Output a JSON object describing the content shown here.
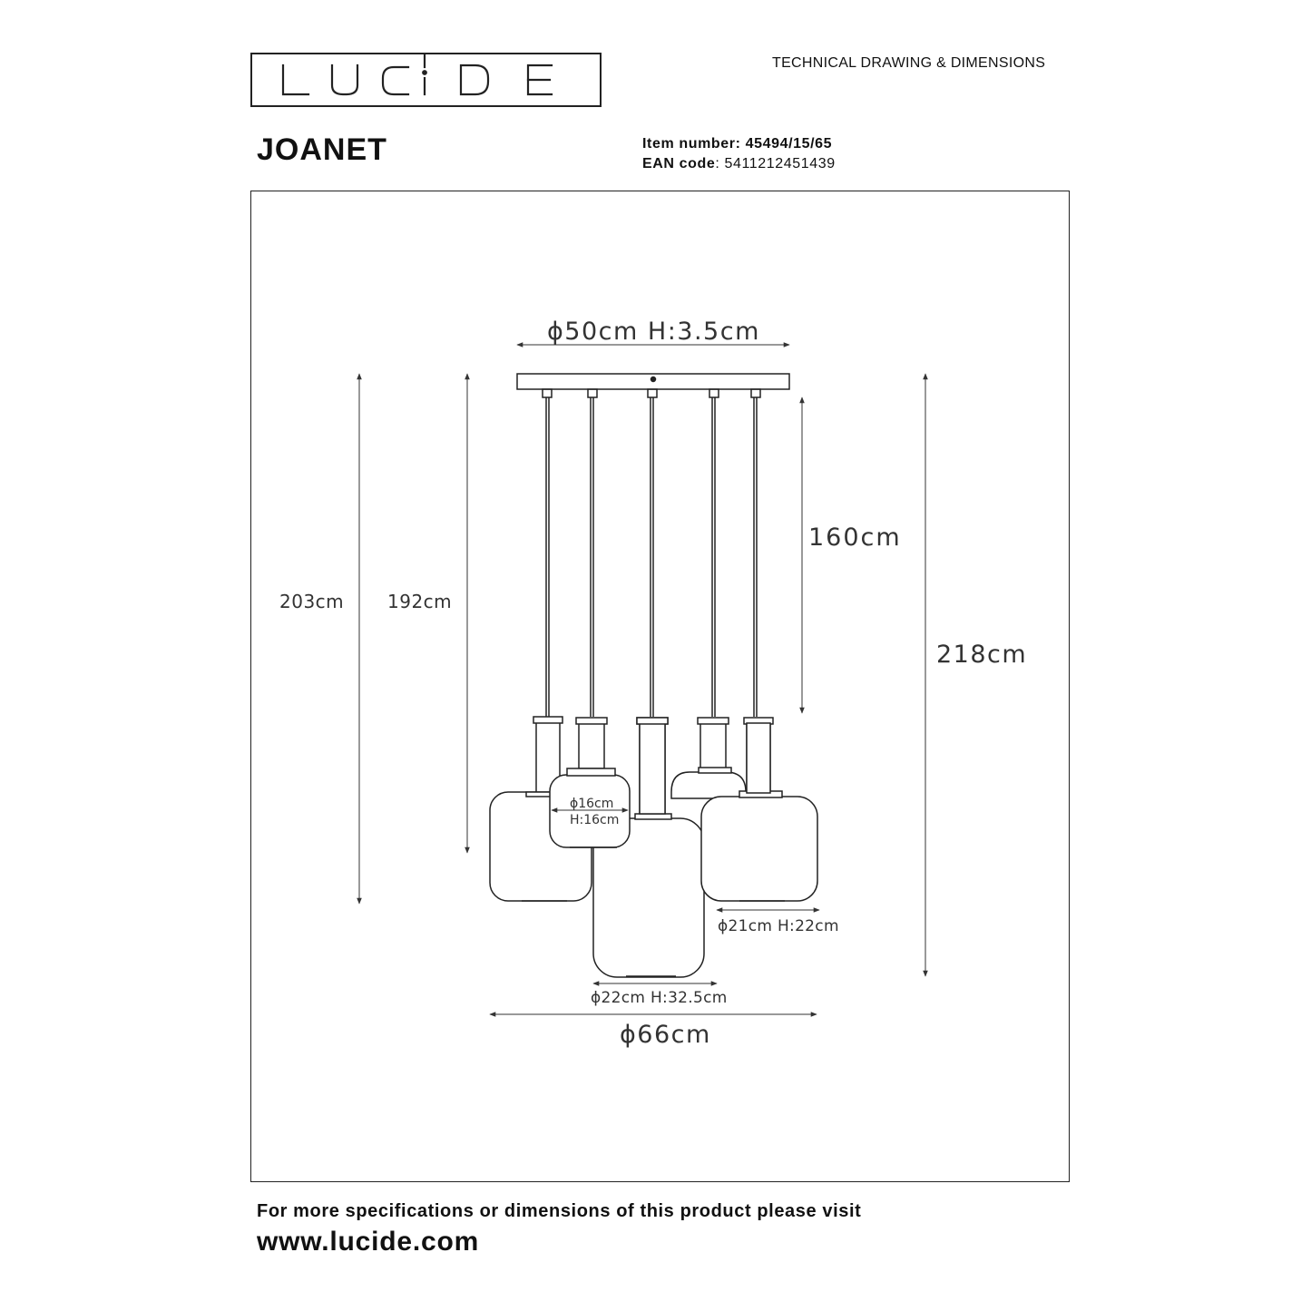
{
  "header": {
    "brand": "LUCIDE",
    "doc_type": "TECHNICAL DRAWING & DIMENSIONS"
  },
  "product": {
    "name": "JOANET",
    "item_number_label": "Item number:",
    "item_number": "45494/15/65",
    "ean_label": "EAN code",
    "ean": ": 5411212451439"
  },
  "dimensions": {
    "canopy": "ϕ50cm H:3.5cm",
    "height_left_outer": "203cm",
    "height_left_inner": "192cm",
    "cable_length": "160cm",
    "height_right": "218cm",
    "small_shade_diam": "ϕ16cm",
    "small_shade_height": "H:16cm",
    "medium_shade": "ϕ21cm H:22cm",
    "large_shade": "ϕ22cm H:32.5cm",
    "overall_diameter": "ϕ66cm"
  },
  "footer": {
    "line1": "For more specifications or dimensions of this product please visit",
    "line2": "www.lucide.com"
  }
}
